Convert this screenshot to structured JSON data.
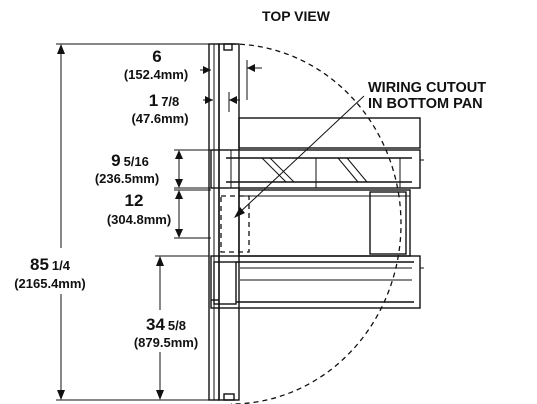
{
  "title": "TOP VIEW",
  "note": {
    "line1": "WIRING CUTOUT",
    "line2": "IN BOTTOM PAN"
  },
  "dimensions": {
    "d6": {
      "whole": "6",
      "fraction": "",
      "metric": "(152.4mm)"
    },
    "d1_7_8": {
      "whole": "1",
      "fraction": "7/8",
      "metric": "(47.6mm)"
    },
    "d9_5_16": {
      "whole": "9",
      "fraction": "5/16",
      "metric": "(236.5mm)"
    },
    "d12": {
      "whole": "12",
      "fraction": "",
      "metric": "(304.8mm)"
    },
    "d85_1_4": {
      "whole": "85",
      "fraction": "1/4",
      "metric": "(2165.4mm)"
    },
    "d34_5_8": {
      "whole": "34",
      "fraction": "5/8",
      "metric": "(879.5mm)"
    }
  }
}
